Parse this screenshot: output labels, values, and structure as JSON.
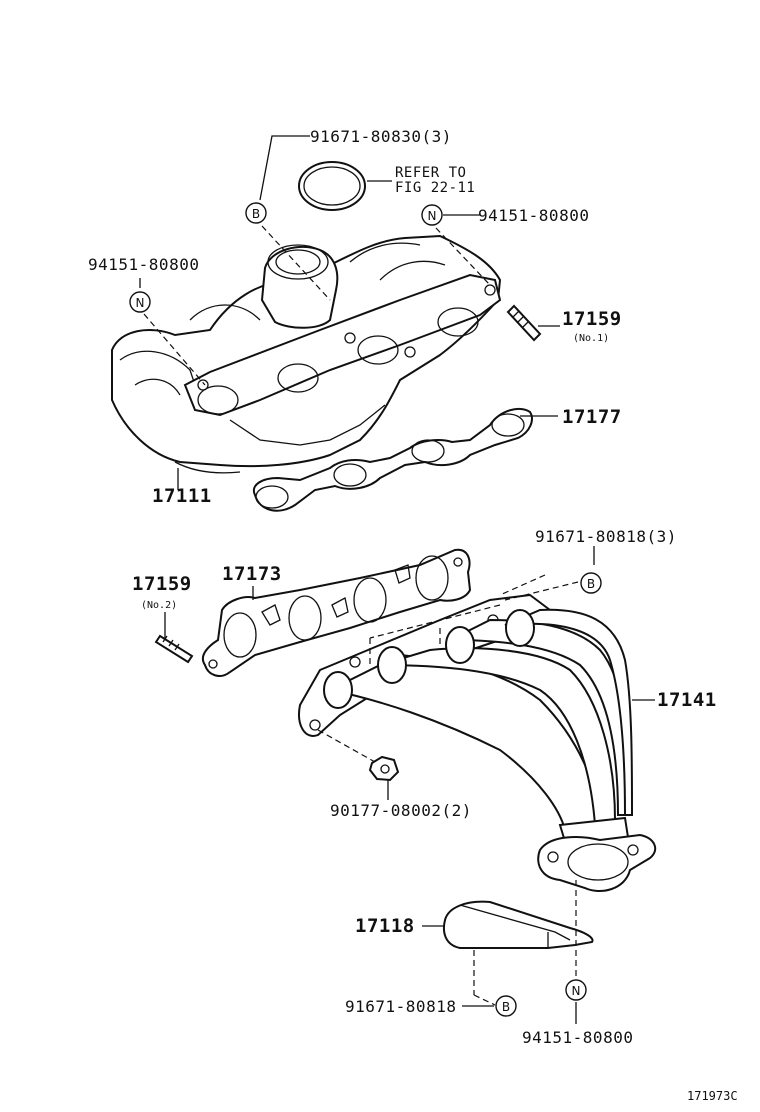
{
  "parts": {
    "p_91671_80830": "91671-80830(3)",
    "refer_line1": "REFER TO",
    "refer_line2": "FIG 22-11",
    "p_94151_80800_top_right": "94151-80800",
    "p_94151_80800_left": "94151-80800",
    "p_17159_no1": "17159",
    "p_17159_no1_note": "(No.1)",
    "p_17177": "17177",
    "p_17111": "17111",
    "p_91671_80818_3": "91671-80818(3)",
    "p_17159_no2": "17159",
    "p_17159_no2_note": "(No.2)",
    "p_17173": "17173",
    "p_17141": "17141",
    "p_90177_08002": "90177-08002(2)",
    "p_17118": "17118",
    "p_91671_80818": "91671-80818",
    "p_94151_80800_bottom": "94151-80800"
  },
  "markers": {
    "b": "B",
    "n": "N"
  },
  "figure_id": "171973C"
}
